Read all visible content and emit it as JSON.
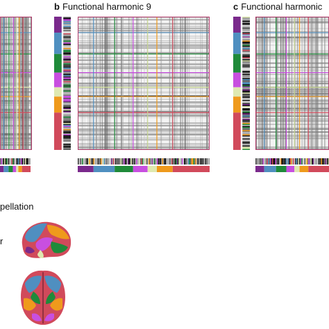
{
  "panels": [
    {
      "letter": "",
      "title": ""
    },
    {
      "letter": "b",
      "title": "Functional harmonic 9"
    },
    {
      "letter": "c",
      "title": "Functional harmonic"
    }
  ],
  "parcellation_label": "pellation",
  "side_glyph": "r",
  "network_colors": [
    "#7a2a8c",
    "#4f8fc0",
    "#1f8a3a",
    "#c84fe0",
    "#dfe9b0",
    "#ef9a1c",
    "#d14a5b"
  ],
  "brain_icon": "brain-parcellation-icon"
}
